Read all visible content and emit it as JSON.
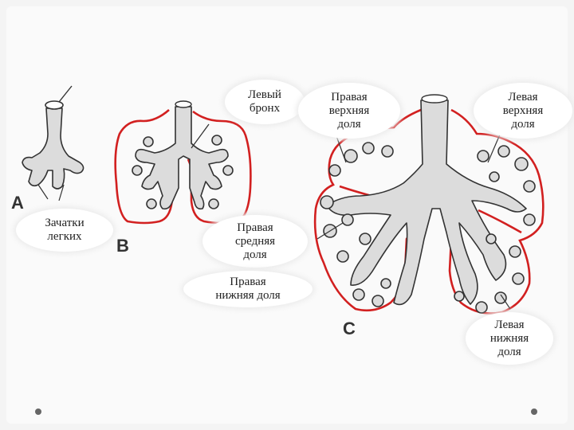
{
  "panels": {
    "a": "A",
    "b": "B",
    "c": "C"
  },
  "labels": {
    "left_bronchus": "Левый\nбронх",
    "right_upper_lobe": "Правая\nверхняя\nдоля",
    "left_upper_lobe": "Левая\nверхняя\nдоля",
    "lung_buds": "Зачатки\nлегких",
    "right_middle_lobe": "Правая\nсредняя\nдоля",
    "right_lower_lobe": "Правая\nнижняя доля",
    "left_lower_lobe": "Левая\nнижняя\nдоля"
  },
  "colors": {
    "outline": "#d22020",
    "tree": "#dcdcdc",
    "stroke": "#333333"
  }
}
